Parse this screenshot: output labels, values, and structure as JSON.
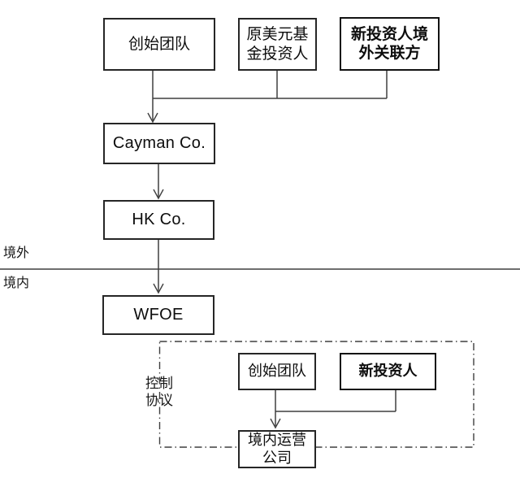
{
  "diagram": {
    "offshore": {
      "founding_team": "创始团队",
      "usd_fund_investors": "原美元基\n金投资人",
      "new_investor_offshore_affiliate": "新投资人境\n外关联方",
      "cayman_co": "Cayman Co.",
      "hk_co": "HK Co."
    },
    "border_labels": {
      "offshore": "境外",
      "onshore": "境内"
    },
    "onshore": {
      "wfoe": "WFOE",
      "control_agreement": "控制\n协议",
      "founding_team": "创始团队",
      "new_investor": "新投资人",
      "domestic_operating_company": "境内运营\n公司"
    }
  }
}
